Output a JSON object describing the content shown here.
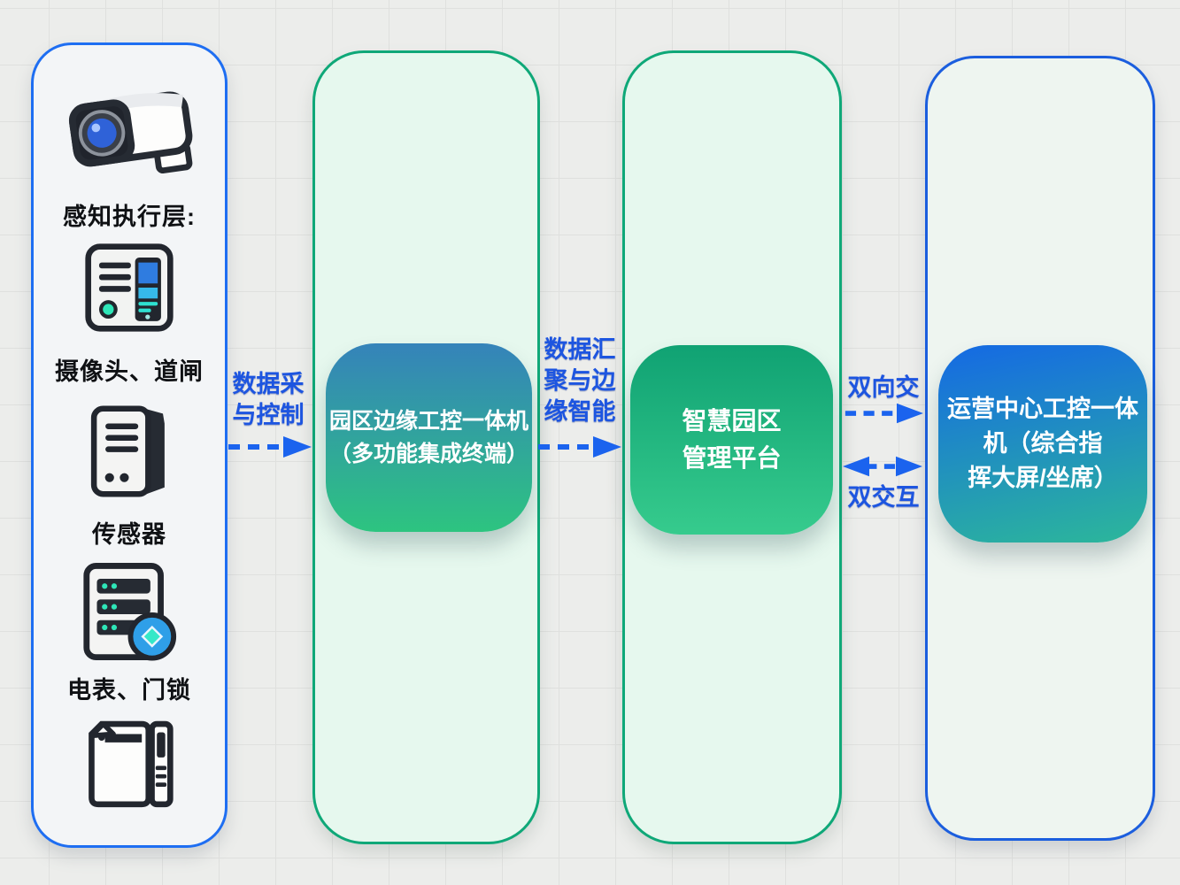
{
  "diagram_title": "",
  "left_panel": {
    "layer_label": "感知执行层:",
    "label_camera_gate": "摄像头、道闸",
    "label_sensor": "传感器",
    "label_meter_lock": "电表、门锁",
    "icons": [
      "cctv-camera-icon",
      "access-terminal-icon",
      "sensor-tower-icon",
      "meter-lock-server-icon",
      "document-terminal-icon"
    ]
  },
  "nodes": {
    "edge_box": {
      "lines": [
        "园区边缘工控一体机",
        "（多功能集成终端）"
      ]
    },
    "platform_box": {
      "lines": [
        "智慧园区",
        "管理平台"
      ]
    },
    "ops_box": {
      "lines": [
        "运营中心工控一体",
        "机（综合指",
        "挥大屏/坐席）"
      ]
    }
  },
  "flows": {
    "collect_control": {
      "lines": [
        "数据采",
        "与控制"
      ],
      "direction": "right"
    },
    "aggregate_edge_ai": {
      "lines": [
        "数据汇",
        "聚与边",
        "缘智能"
      ],
      "direction": "right"
    },
    "bidirectional_top": {
      "label": "双向交",
      "direction": "right"
    },
    "bidirectional_bottom": {
      "label": "双交互",
      "direction": "both"
    }
  },
  "colors": {
    "background": "#ecedeb",
    "grid_line": "#dfe0de",
    "blue_border": "#1e6ef2",
    "green_border": "#0fa878",
    "arrow_blue": "#1b63ee",
    "flow_label_blue": "#1d55e0",
    "edge_box_gradient": [
      "#3583ba",
      "#2dc480"
    ],
    "platform_box_gradient": [
      "#10a273",
      "#36cb8d"
    ],
    "ops_box_gradient": [
      "#1569e4",
      "#2cb79a"
    ],
    "accent_cyan": "#35e2c2",
    "accent_blue_icon": "#2f7ce0"
  }
}
